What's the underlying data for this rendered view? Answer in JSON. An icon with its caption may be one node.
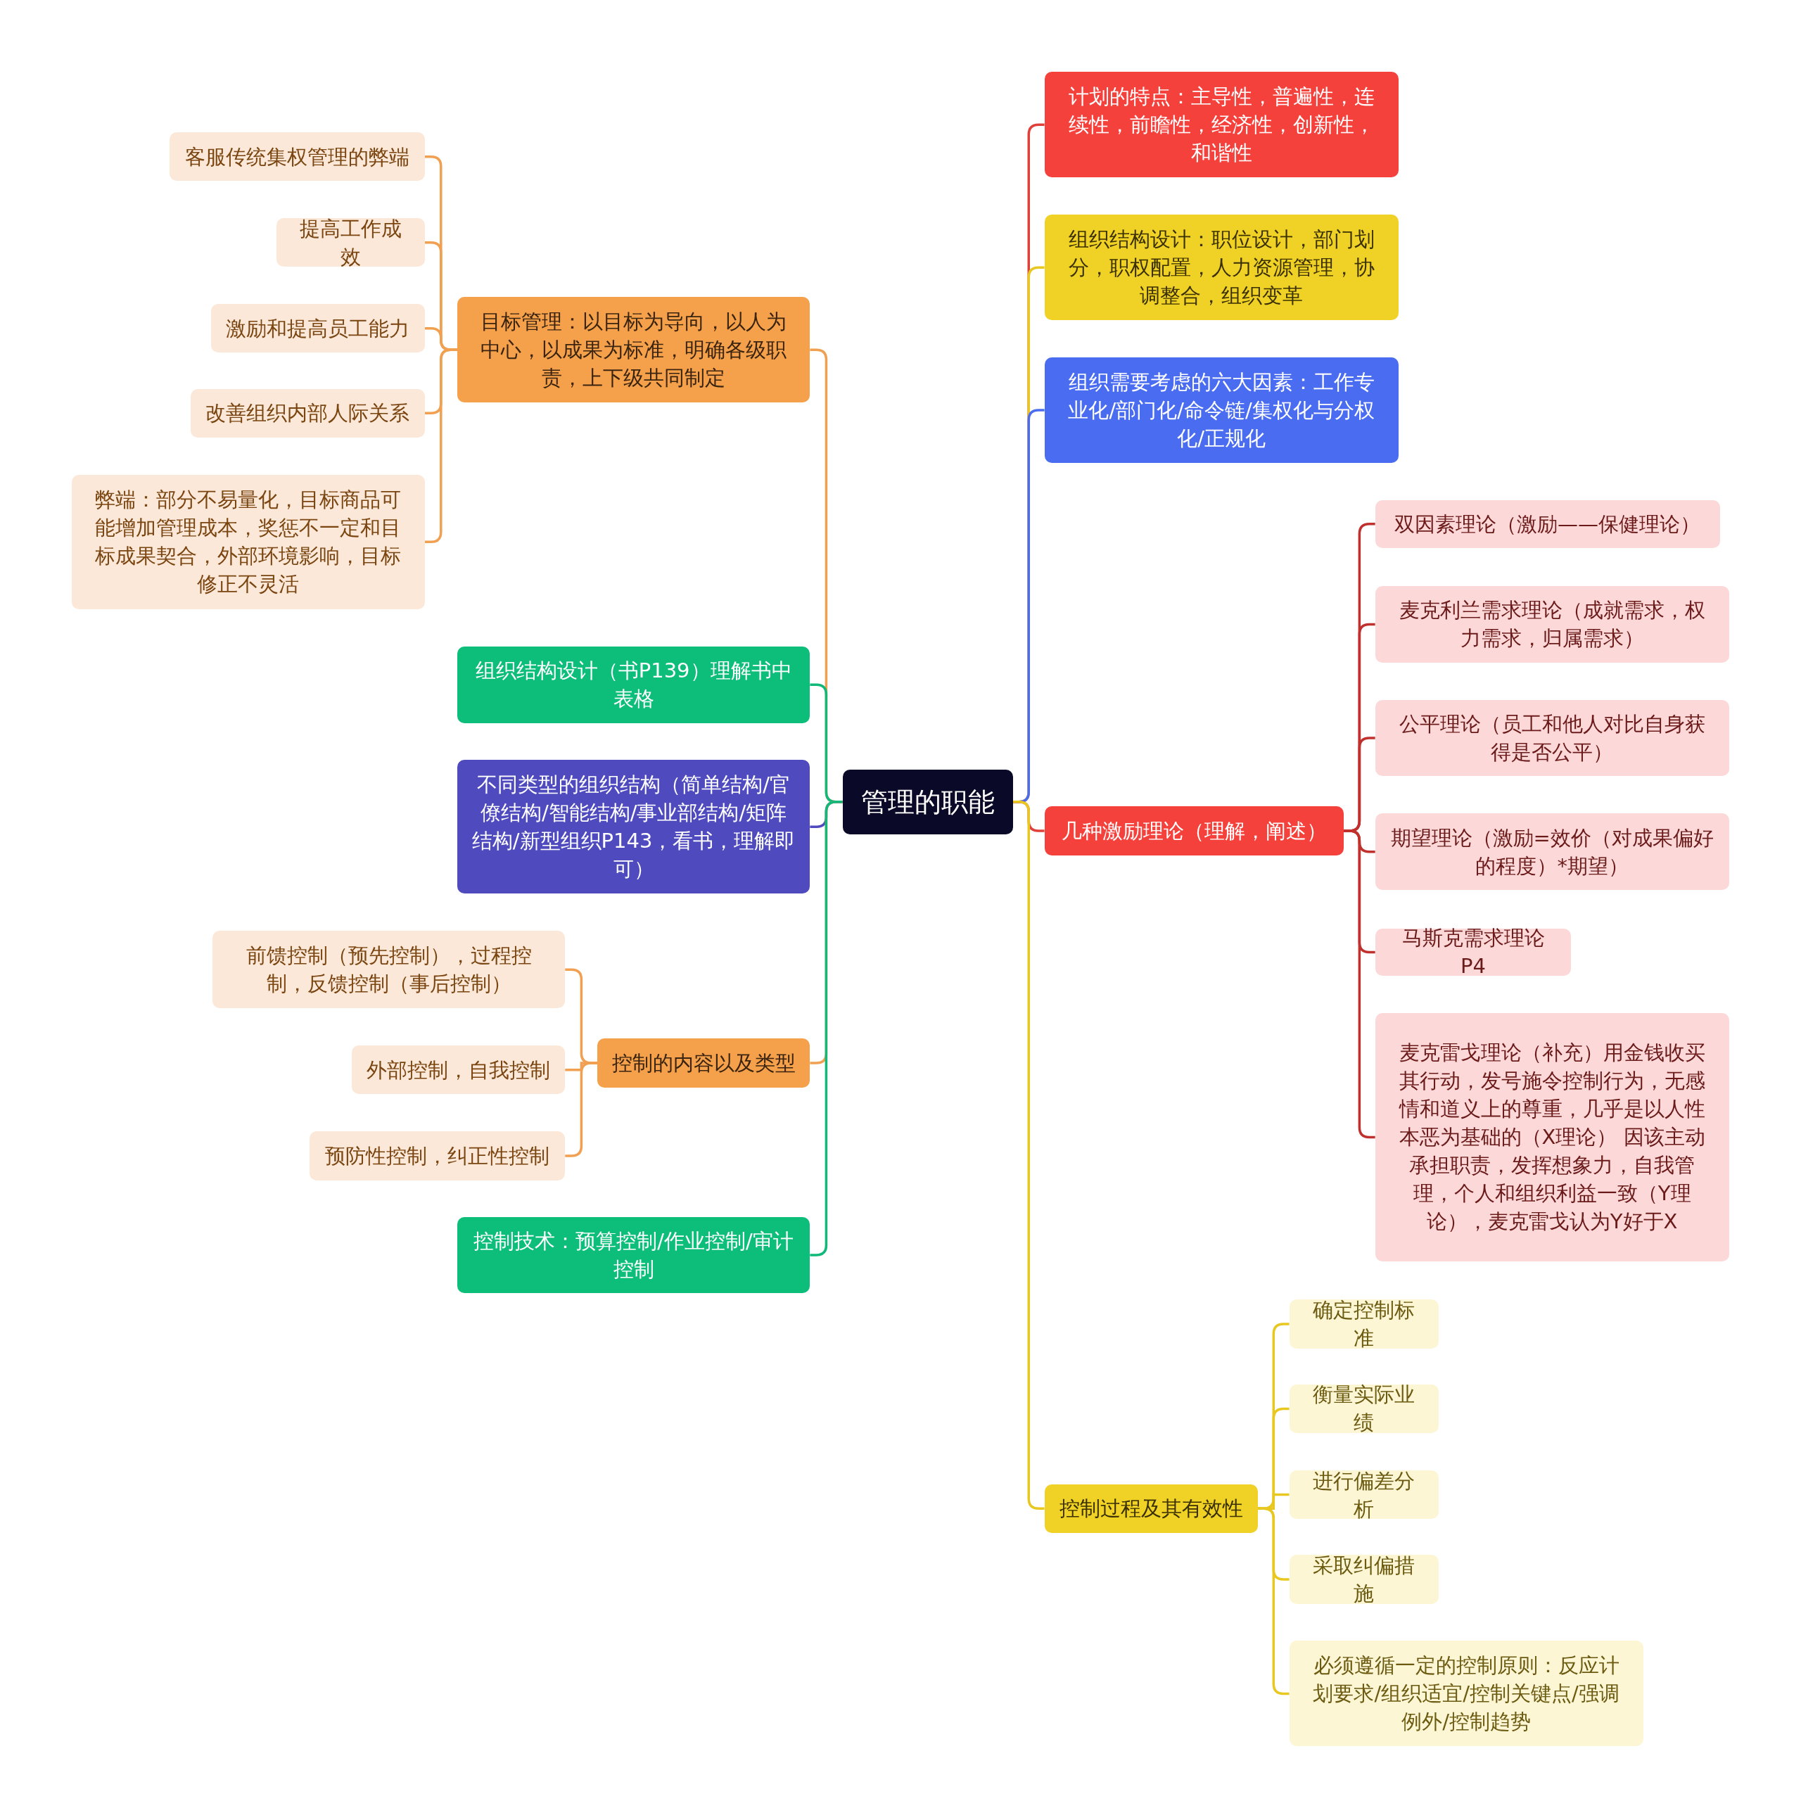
{
  "diagram": {
    "nodes": [
      {
        "text": [
          "管理的职能"
        ]
      },
      {
        "text": [
          "目标管理：以目标为导向，以人为中心，以成果为标准，明确各级职责，上下级共同制定"
        ]
      },
      {
        "text": [
          "客服传统集权管理的弊端"
        ]
      },
      {
        "text": [
          "提高工作成效"
        ]
      },
      {
        "text": [
          "激励和提高员工能力"
        ]
      },
      {
        "text": [
          "改善组织内部人际关系"
        ]
      },
      {
        "text": [
          "弊端：部分不易量化，目标商品可能增加管理成本，奖惩不一定和目标成果契合，外部环境影响，目标修正不灵活"
        ]
      },
      {
        "text": [
          "组织结构设计（书P139）理解书中表格"
        ]
      },
      {
        "text": [
          "不同类型的组织结构（简单结构/官僚结构/智能结构/事业部结构/矩阵结构/新型组织P143，看书，理解即可）"
        ]
      },
      {
        "text": [
          "控制的内容以及类型"
        ]
      },
      {
        "text": [
          "前馈控制（预先控制），过程控制，反馈控制（事后控制）"
        ]
      },
      {
        "text": [
          "外部控制，自我控制"
        ]
      },
      {
        "text": [
          "预防性控制，纠正性控制"
        ]
      },
      {
        "text": [
          "控制技术：预算控制/作业控制/审计控制"
        ]
      },
      {
        "text": [
          "计划的特点：主导性，普遍性，连续性，前瞻性，经济性，创新性，和谐性"
        ]
      },
      {
        "text": [
          "组织结构设计：职位设计，部门划分，职权配置，人力资源管理，协调整合，组织变革"
        ]
      },
      {
        "text": [
          "组织需要考虑的六大因素：工作专业化/部门化/命令链/集权化与分权化/正规化"
        ]
      },
      {
        "text": [
          "几种激励理论（理解，阐述）"
        ]
      },
      {
        "text": [
          "双因素理论（激励——保健理论）"
        ]
      },
      {
        "text": [
          "麦克利兰需求理论（成就需求，权力需求，归属需求）"
        ]
      },
      {
        "text": [
          "公平理论（员工和他人对比自身获得是否公平）"
        ]
      },
      {
        "text": [
          "期望理论（激励=效价（对成果偏好的程度）*期望）"
        ]
      },
      {
        "text": [
          "马斯克需求理论P4"
        ]
      },
      {
        "text": [
          "麦克雷戈理论（补充）用金钱收买其行动，发号施令控制行为，无感情和道义上的尊重，几乎是以人性本恶为基础的（X理论） 因该主动承担职责，发挥想象力，自我管理，个人和组织利益一致（Y理论），麦克雷戈认为Y好于X"
        ]
      },
      {
        "text": [
          "控制过程及其有效性"
        ]
      },
      {
        "text": [
          "确定控制标准"
        ]
      },
      {
        "text": [
          "衡量实际业绩"
        ]
      },
      {
        "text": [
          "进行偏差分析"
        ]
      },
      {
        "text": [
          "采取纠偏措施"
        ]
      },
      {
        "text": [
          "必须遵循一定的控制原则：反应计划要求/组织适宜/控制关键点/强调例外/控制趋势"
        ]
      }
    ],
    "edges": [
      {
        "from": 0,
        "to": 1,
        "arrow": "none",
        "color": "#f0a050"
      },
      {
        "from": 0,
        "to": 7,
        "arrow": "none",
        "color": "#10b87a"
      },
      {
        "from": 0,
        "to": 8,
        "arrow": "none",
        "color": "#4f4bbf"
      },
      {
        "from": 0,
        "to": 9,
        "arrow": "none",
        "color": "#f0a050"
      },
      {
        "from": 0,
        "to": 13,
        "arrow": "none",
        "color": "#10b87a"
      },
      {
        "from": 1,
        "to": 2,
        "arrow": "none",
        "color": "#f0a050"
      },
      {
        "from": 1,
        "to": 3,
        "arrow": "none",
        "color": "#f0a050"
      },
      {
        "from": 1,
        "to": 4,
        "arrow": "none",
        "color": "#f0a050"
      },
      {
        "from": 1,
        "to": 5,
        "arrow": "none",
        "color": "#f0a050"
      },
      {
        "from": 1,
        "to": 6,
        "arrow": "none",
        "color": "#f0a050"
      },
      {
        "from": 9,
        "to": 10,
        "arrow": "none",
        "color": "#f0a050"
      },
      {
        "from": 9,
        "to": 11,
        "arrow": "none",
        "color": "#f0a050"
      },
      {
        "from": 9,
        "to": 12,
        "arrow": "none",
        "color": "#f0a050"
      },
      {
        "from": 0,
        "to": 14,
        "arrow": "none",
        "color": "#e0403a"
      },
      {
        "from": 0,
        "to": 15,
        "arrow": "none",
        "color": "#e8c820"
      },
      {
        "from": 0,
        "to": 16,
        "arrow": "none",
        "color": "#4a6cf0"
      },
      {
        "from": 0,
        "to": 17,
        "arrow": "none",
        "color": "#e0403a"
      },
      {
        "from": 0,
        "to": 24,
        "arrow": "none",
        "color": "#e8c820"
      },
      {
        "from": 17,
        "to": 18,
        "arrow": "none",
        "color": "#c0302c"
      },
      {
        "from": 17,
        "to": 19,
        "arrow": "none",
        "color": "#c0302c"
      },
      {
        "from": 17,
        "to": 20,
        "arrow": "none",
        "color": "#c0302c"
      },
      {
        "from": 17,
        "to": 21,
        "arrow": "none",
        "color": "#c0302c"
      },
      {
        "from": 17,
        "to": 22,
        "arrow": "none",
        "color": "#c0302c"
      },
      {
        "from": 17,
        "to": 23,
        "arrow": "none",
        "color": "#c0302c"
      },
      {
        "from": 24,
        "to": 25,
        "arrow": "none",
        "color": "#e8c820"
      },
      {
        "from": 24,
        "to": 26,
        "arrow": "none",
        "color": "#e8c820"
      },
      {
        "from": 24,
        "to": 27,
        "arrow": "none",
        "color": "#e8c820"
      },
      {
        "from": 24,
        "to": 28,
        "arrow": "none",
        "color": "#e8c820"
      },
      {
        "from": 24,
        "to": 29,
        "arrow": "none",
        "color": "#e8c820"
      }
    ]
  }
}
